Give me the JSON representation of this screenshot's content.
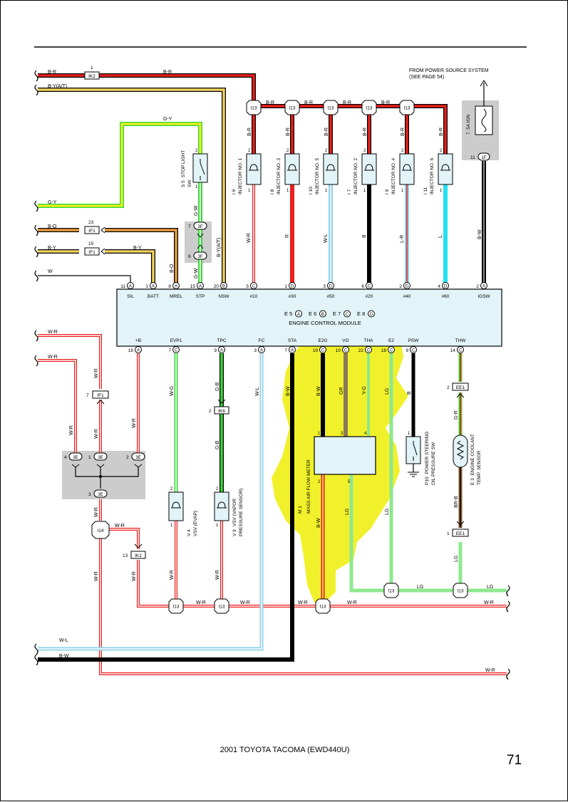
{
  "header": {
    "source_note": "FROM POWER SOURCE SYSTEM",
    "source_note_2": "(SEE PAGE 54)"
  },
  "footer": {
    "title": "2001 TOYOTA TACOMA (EWD440U)",
    "page": "71"
  },
  "ecm": {
    "label": "ENGINE CONTROL MODULE",
    "connectors": [
      "E 5",
      "E 6",
      "E 7",
      "E 8"
    ],
    "connector_letters": [
      "A",
      "B",
      "C",
      "D"
    ],
    "top_pins": [
      {
        "num": "11",
        "conn": "A",
        "name": "SIL"
      },
      {
        "num": "1",
        "conn": "A",
        "name": "BATT"
      },
      {
        "num": "8",
        "conn": "A",
        "name": "MREL"
      },
      {
        "num": "15",
        "conn": "A",
        "name": "STP"
      },
      {
        "num": "20",
        "conn": "B",
        "name": "NSW"
      },
      {
        "num": "5",
        "conn": "C",
        "name": "#10"
      },
      {
        "num": "1",
        "conn": "D",
        "name": "#30"
      },
      {
        "num": "3",
        "conn": "D",
        "name": "#50"
      },
      {
        "num": "6",
        "conn": "C",
        "name": "#20"
      },
      {
        "num": "2",
        "conn": "D",
        "name": "#40"
      },
      {
        "num": "4",
        "conn": "D",
        "name": "#60"
      },
      {
        "num": "2",
        "conn": "A",
        "name": "IGSW"
      }
    ],
    "bottom_pins": [
      {
        "num": "16",
        "conn": "A",
        "name": "+B"
      },
      {
        "num": "7",
        "conn": "C",
        "name": "EVP1"
      },
      {
        "num": "9",
        "conn": "A",
        "name": "TPC"
      },
      {
        "num": "3",
        "conn": "A",
        "name": "FC"
      },
      {
        "num": "7",
        "conn": "A",
        "name": "STA"
      },
      {
        "num": "19",
        "conn": "C",
        "name": "E2G"
      },
      {
        "num": "10",
        "conn": "C",
        "name": "VG"
      },
      {
        "num": "22",
        "conn": "C",
        "name": "THA"
      },
      {
        "num": "18",
        "conn": "C",
        "name": "E2"
      },
      {
        "num": "9",
        "conn": "C",
        "name": "PSW"
      },
      {
        "num": "14",
        "conn": "C",
        "name": "THW"
      }
    ]
  },
  "injectors": [
    {
      "id": "I 6",
      "name": "INJECTOR NO. 1",
      "wire": "W-R"
    },
    {
      "id": "I 8",
      "name": "INJECTOR NO. 3",
      "wire": "R"
    },
    {
      "id": "I 10",
      "name": "INJECTOR NO. 5",
      "wire": "W-L"
    },
    {
      "id": "I 7",
      "name": "INJECTOR NO. 2",
      "wire": "B"
    },
    {
      "id": "I 9",
      "name": "INJECTOR NO. 4",
      "wire": "L-R"
    },
    {
      "id": "I 11",
      "name": "INJECTOR NO. 6",
      "wire": "L"
    }
  ],
  "components": {
    "stop_light": {
      "id": "S 5",
      "name": "STOP LIGHT",
      "name2": "SW"
    },
    "fuse": {
      "name": "7. 5A IGN"
    },
    "vsv_evap": {
      "id": "V 4",
      "name": "VSV (EVAP)"
    },
    "vsv_vapor": {
      "id": "V 9",
      "name": "VSV (VAPOR",
      "name2": "PRESSURE SENSOR)"
    },
    "maf": {
      "id": "M 1",
      "name": "MASS AIR FLOW METER"
    },
    "ps_switch": {
      "id": "P10",
      "name": "POWER STEERING",
      "name2": "OIL PRESSURE SW"
    },
    "coolant": {
      "id": "E 3",
      "name": "ENGINE COOLANT",
      "name2": "TEMP. SENSOR"
    }
  },
  "connectors": {
    "I13": "I13",
    "IK2": "IK2",
    "IF1": "IF1",
    "IK6": "IK6",
    "I14": "I14",
    "3E": "3E",
    "3F": "3F",
    "1F": "1F",
    "EE1": "EE1"
  },
  "wires": {
    "B-R": "B-R",
    "BYAT": "B-Y(A/T)",
    "G-Y": "G-Y",
    "B-O": "B-O",
    "B-Y": "B-Y",
    "W": "W",
    "G-W": "G-W",
    "W-R": "W-R",
    "R": "R",
    "W-L": "W-L",
    "B": "B",
    "L-R": "L-R",
    "L": "L",
    "B-W": "B-W",
    "W-G": "W-G",
    "G-B": "G-B",
    "GR": "GR",
    "Y-G": "Y-G",
    "LG": "LG",
    "G-R": "G-R",
    "BR-B": "BR-B"
  },
  "numbers": {
    "n1": "1",
    "n2": "2",
    "n3": "3",
    "n4": "4",
    "n5": "5",
    "n6": "6",
    "n7": "7",
    "n11": "11",
    "n13": "13",
    "n15": "15",
    "n23": "23"
  },
  "colors": {
    "red": "#e8201e",
    "black": "#000000",
    "green": "#3cd83c",
    "lightgreen": "#8ee88e",
    "cyan": "#22e0f0",
    "lightblue": "#8fd2e8",
    "yellow": "#f0f020",
    "tan": "#f0d060",
    "orange": "#e89a40",
    "gray": "#cccccc",
    "brown": "#8a5a2a",
    "ecm": "#e2f4f8"
  }
}
